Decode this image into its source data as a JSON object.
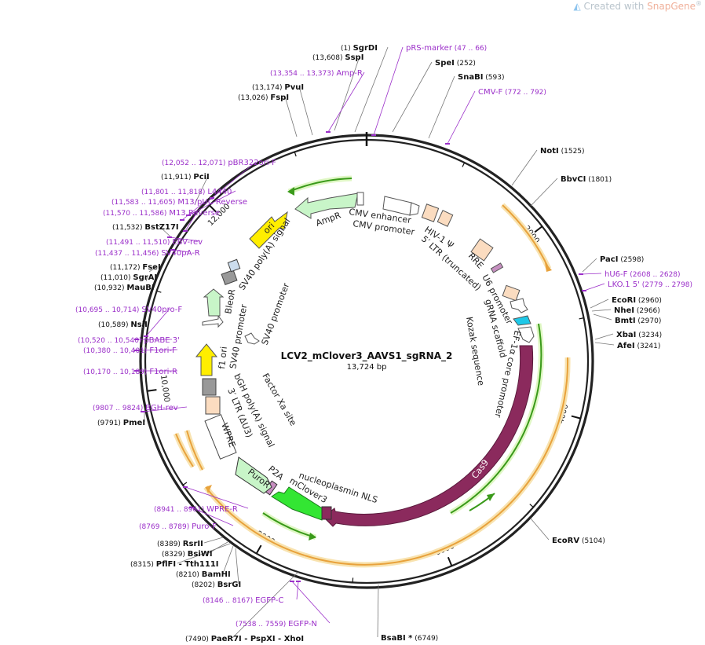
{
  "watermark": {
    "prefix": "Created with ",
    "brand": "SnapGene",
    "mark": "®"
  },
  "plasmid": {
    "name": "LCV2_mClover3_AAVS1_sgRNA_2",
    "length": "13,724 bp",
    "total_bp": 13724
  },
  "scale_labels": [
    "2000",
    "4000",
    "6000",
    "8000",
    "10,000",
    "12,000"
  ],
  "sites": [
    {
      "name": "SgrDI",
      "pos": "(1)"
    },
    {
      "name": "SpeI",
      "pos": "(252)"
    },
    {
      "name": "SnaBI",
      "pos": "(593)"
    },
    {
      "name": "NotI",
      "pos": "(1525)"
    },
    {
      "name": "BbvCI",
      "pos": "(1801)"
    },
    {
      "name": "PacI",
      "pos": "(2598)"
    },
    {
      "name": "EcoRI",
      "pos": "(2960)"
    },
    {
      "name": "NheI",
      "pos": "(2966)"
    },
    {
      "name": "BmtI",
      "pos": "(2970)"
    },
    {
      "name": "XbaI",
      "pos": "(3234)"
    },
    {
      "name": "AfeI",
      "pos": "(3241)"
    },
    {
      "name": "EcoRV",
      "pos": "(5104)"
    },
    {
      "name": "BsaBI *",
      "pos": "(6749)"
    },
    {
      "name": "PaeR7I - PspXI - XhoI",
      "pos": "(7490)"
    },
    {
      "name": "BsrGI",
      "pos": "(8202)"
    },
    {
      "name": "BamHI",
      "pos": "(8210)"
    },
    {
      "name": "PflFI - Tth111I",
      "pos": "(8315)"
    },
    {
      "name": "BsiWI",
      "pos": "(8329)"
    },
    {
      "name": "RsrII",
      "pos": "(8389)"
    },
    {
      "name": "PmeI",
      "pos": "(9791)"
    },
    {
      "name": "NsiI",
      "pos": "(10,589)"
    },
    {
      "name": "MauBI",
      "pos": "(10,932)"
    },
    {
      "name": "SgrAI",
      "pos": "(11,010)"
    },
    {
      "name": "FseI",
      "pos": "(11,172)"
    },
    {
      "name": "BstZ17I",
      "pos": "(11,532)"
    },
    {
      "name": "PciI",
      "pos": "(11,911)"
    },
    {
      "name": "FspI",
      "pos": "(13,026)"
    },
    {
      "name": "PvuI",
      "pos": "(13,174)"
    },
    {
      "name": "SspI",
      "pos": "(13,608)"
    }
  ],
  "primers": [
    {
      "name": "pRS-marker",
      "range": "(47 .. 66)"
    },
    {
      "name": "CMV-F",
      "range": "(772 .. 792)"
    },
    {
      "name": "hU6-F",
      "range": "(2608 .. 2628)"
    },
    {
      "name": "LKO.1 5'",
      "range": "(2779 .. 2798)"
    },
    {
      "name": "EGFP-N",
      "range": "(7538 .. 7559)"
    },
    {
      "name": "EGFP-C",
      "range": "(8146 .. 8167)"
    },
    {
      "name": "Puro-F",
      "range": "(8769 .. 8789)"
    },
    {
      "name": "WPRE-R",
      "range": "(8941 .. 8961)"
    },
    {
      "name": "BGH-rev",
      "range": "(9807 .. 9824)"
    },
    {
      "name": "F1ori-R",
      "range": "(10,170 .. 10,189)"
    },
    {
      "name": "F1ori-F",
      "range": "(10,380 .. 10,401)"
    },
    {
      "name": "pBABE 3'",
      "range": "(10,520 .. 10,540)"
    },
    {
      "name": "SV40pro-F",
      "range": "(10,695 .. 10,714)"
    },
    {
      "name": "SV40pA-R",
      "range": "(11,437 .. 11,456)"
    },
    {
      "name": "EBV-rev",
      "range": "(11,491 .. 11,510)"
    },
    {
      "name": "M13 Reverse",
      "range": "(11,570 .. 11,586)"
    },
    {
      "name": "M13/pUC Reverse",
      "range": "(11,583 .. 11,605)"
    },
    {
      "name": "L4440",
      "range": "(11,801 .. 11,818)"
    },
    {
      "name": "pBR322ori-F",
      "range": "(12,052 .. 12,071)"
    },
    {
      "name": "Amp-R",
      "range": "(13,354 .. 13,373)"
    }
  ],
  "features": {
    "ampr": "AmpR",
    "cmv_enhancer": "CMV enhancer",
    "cmv_promoter": "CMV promoter",
    "hiv_psi": "HIV-1 Ψ",
    "ltr5": "5′ LTR (truncated)",
    "rre": "RRE",
    "u6": "U6 promoter",
    "grna": "gRNA scaffold",
    "kozak": "Kozak sequence",
    "ef1a": "EF-1α core promoter",
    "cas9": "Cas9",
    "nls": "nucleoplasmin NLS",
    "mclover3": "mClover3",
    "p2a": "P2A",
    "puror": "PuroR",
    "wpre": "WPRE",
    "ltr3": "3′ LTR (ΔU3)",
    "bgh": "bGH poly(A) signal",
    "factorxa": "Factor Xa site",
    "f1ori": "f1 ori",
    "sv40prom_a": "SV40 promoter",
    "sv40prom_b": "SV40 promoter",
    "bleor": "BleoR",
    "sv40pa": "SV40 poly(A) signal",
    "ori": "ori"
  },
  "colors": {
    "backbone": "#222222",
    "primer": "#9b2fc9",
    "cas9": "#8b2a5d",
    "mclover3": "#33e633",
    "puror_fill": "#c8f5c8",
    "ampr_fill": "#c8f5c8",
    "ori_fill": "#ffee00",
    "ltr_fill": "#fbdcc0",
    "orf_track": "#5fbf2e",
    "orf_glow": "#f8e3b0",
    "orange_track": "#e8a23c"
  }
}
